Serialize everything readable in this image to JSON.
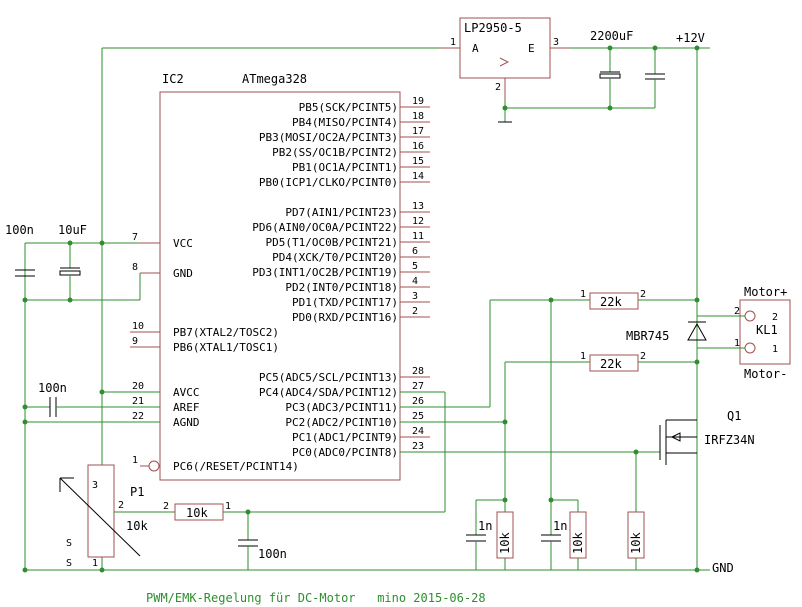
{
  "title": "PWM/EMK-Regelung für DC-Motor   mino 2015-06-28",
  "ic2": {
    "ref": "IC2",
    "part": "ATmega328",
    "right_pins": [
      {
        "label": "PB5(SCK/PCINT5)",
        "num": "19"
      },
      {
        "label": "PB4(MISO/PCINT4)",
        "num": "18"
      },
      {
        "label": "PB3(MOSI/OC2A/PCINT3)",
        "num": "17"
      },
      {
        "label": "PB2(SS/OC1B/PCINT2)",
        "num": "16"
      },
      {
        "label": "PB1(OC1A/PCINT1)",
        "num": "15"
      },
      {
        "label": "PB0(ICP1/CLKO/PCINT0)",
        "num": "14"
      },
      {
        "label": "PD7(AIN1/PCINT23)",
        "num": "13"
      },
      {
        "label": "PD6(AIN0/OC0A/PCINT22)",
        "num": "12"
      },
      {
        "label": "PD5(T1/OC0B/PCINT21)",
        "num": "11"
      },
      {
        "label": "PD4(XCK/T0/PCINT20)",
        "num": "6"
      },
      {
        "label": "PD3(INT1/OC2B/PCINT19)",
        "num": "5"
      },
      {
        "label": "PD2(INT0/PCINT18)",
        "num": "4"
      },
      {
        "label": "PD1(TXD/PCINT17)",
        "num": "3"
      },
      {
        "label": "PD0(RXD/PCINT16)",
        "num": "2"
      },
      {
        "label": "PC5(ADC5/SCL/PCINT13)",
        "num": "28"
      },
      {
        "label": "PC4(ADC4/SDA/PCINT12)",
        "num": "27"
      },
      {
        "label": "PC3(ADC3/PCINT11)",
        "num": "26"
      },
      {
        "label": "PC2(ADC2/PCINT10)",
        "num": "25"
      },
      {
        "label": "PC1(ADC1/PCINT9)",
        "num": "24"
      },
      {
        "label": "PC0(ADC0/PCINT8)",
        "num": "23"
      }
    ],
    "left_pins": [
      {
        "label": "VCC",
        "num": "7"
      },
      {
        "label": "GND",
        "num": "8"
      },
      {
        "label": "PB7(XTAL2/TOSC2)",
        "num": "10"
      },
      {
        "label": "PB6(XTAL1/TOSC1)",
        "num": "9"
      },
      {
        "label": "AVCC",
        "num": "20"
      },
      {
        "label": "AREF",
        "num": "21"
      },
      {
        "label": "AGND",
        "num": "22"
      },
      {
        "label": "PC6(/RESET/PCINT14)",
        "num": "1"
      }
    ]
  },
  "regulator": {
    "part": "LP2950-5",
    "pin_a": "A",
    "pin_e": "E",
    "pin1": "1",
    "pin2": "2",
    "pin3": "3"
  },
  "labels": {
    "c_big": "2200uF",
    "supply": "+12V",
    "c100n": "100n",
    "c10uf": "10uF",
    "c100n_aref": "100n",
    "r_22k_a": "22k",
    "r_22k_b": "22k",
    "diode": "MBR745",
    "kl1": "KL1",
    "motor_plus": "Motor+",
    "motor_minus": "Motor-",
    "q1": "Q1",
    "q1_part": "IRFZ34N",
    "p1": "P1",
    "p1_val": "10k",
    "r_10k_p1": "10k",
    "c100n_p1": "100n",
    "c1n_a": "1n",
    "c1n_b": "1n",
    "r10k_a": "10k",
    "r10k_b": "10k",
    "r10k_c": "10k",
    "gnd": "GND",
    "s": "S"
  }
}
